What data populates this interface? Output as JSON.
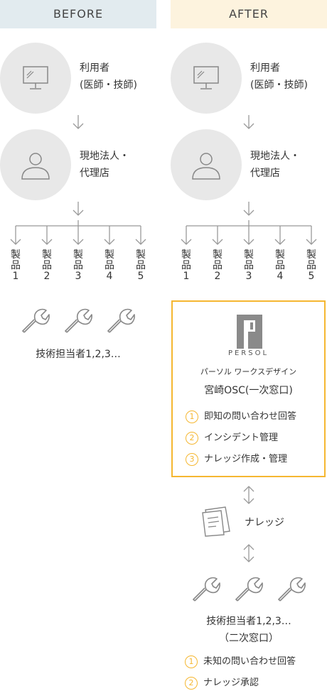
{
  "before": {
    "header": "BEFORE",
    "user_label": [
      "利用者",
      "(医師・技師)"
    ],
    "corp_label": [
      "現地法人・",
      "代理店"
    ],
    "products": [
      [
        "製",
        "品",
        "1"
      ],
      [
        "製",
        "品",
        "2"
      ],
      [
        "製",
        "品",
        "3"
      ],
      [
        "製",
        "品",
        "4"
      ],
      [
        "製",
        "品",
        "5"
      ]
    ],
    "tech_label": "技術担当者1,2,3…"
  },
  "after": {
    "header": "AFTER",
    "user_label": [
      "利用者",
      "(医師・技師)"
    ],
    "corp_label": [
      "現地法人・",
      "代理店"
    ],
    "products": [
      [
        "製",
        "品",
        "1"
      ],
      [
        "製",
        "品",
        "2"
      ],
      [
        "製",
        "品",
        "3"
      ],
      [
        "製",
        "品",
        "4"
      ],
      [
        "製",
        "品",
        "5"
      ]
    ],
    "osc": {
      "logo_text": "PERSOL",
      "company": "パーソル ワークスデザイン",
      "title": "宮崎OSC(一次窓口)",
      "items": [
        {
          "num": "1",
          "text": "即知の問い合わせ回答"
        },
        {
          "num": "2",
          "text": "インシデント管理"
        },
        {
          "num": "3",
          "text": "ナレッジ作成・管理"
        }
      ]
    },
    "knowledge_label": "ナレッジ",
    "tech_label": [
      "技術担当者1,2,3…",
      "（二次窓口）"
    ],
    "tech_items": [
      {
        "num": "1",
        "text": "未知の問い合わせ回答"
      },
      {
        "num": "2",
        "text": "ナレッジ承認"
      }
    ]
  },
  "colors": {
    "before_header_bg": "#e2ebef",
    "after_header_bg": "#fdf3de",
    "circle_bg": "#e8e8e8",
    "accent": "#f5b731",
    "line": "#999999"
  },
  "icons": [
    "monitor-icon",
    "person-icon",
    "wrench-icon",
    "document-icon",
    "persol-logo"
  ]
}
